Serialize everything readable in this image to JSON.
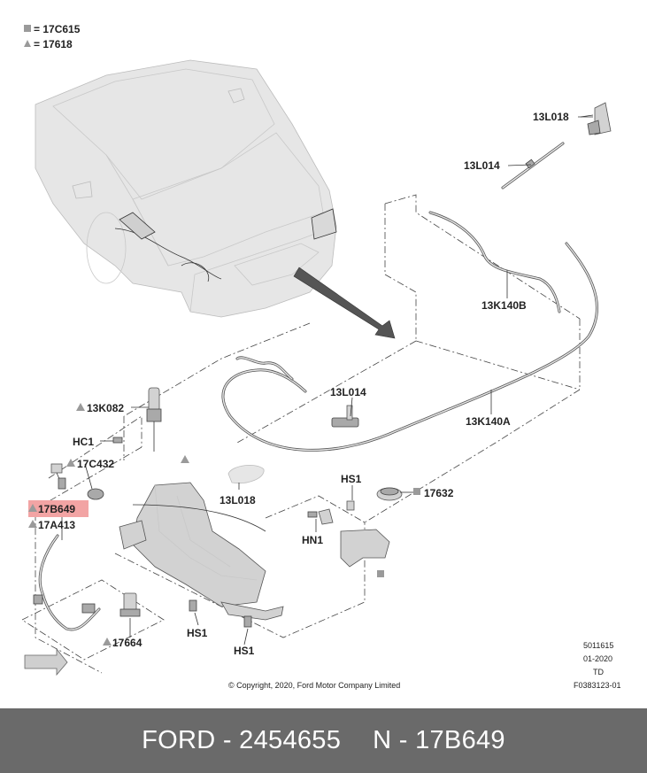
{
  "legend": {
    "square_label": "= 17C615",
    "triangle_label": "= 17618"
  },
  "callouts": {
    "c_13L018_top": "13L018",
    "c_13L014_top": "13L014",
    "c_13K140B": "13K140B",
    "c_13L014_mid": "13L014",
    "c_13K140A": "13K140A",
    "c_13K082": "13K082",
    "c_HC1": "HC1",
    "c_17C432": "17C432",
    "c_17B649": "17B649",
    "c_17A413": "17A413",
    "c_13L018_low": "13L018",
    "c_HS1_a": "HS1",
    "c_17632": "17632",
    "c_HN1": "HN1",
    "c_HS1_b": "HS1",
    "c_HS1_c": "HS1",
    "c_17664": "17664"
  },
  "info": {
    "line1": "5011615",
    "line2": "01-2020",
    "line3": "TD",
    "line4": "F0383123-01"
  },
  "copyright": "© Copyright, 2020, Ford Motor Company Limited",
  "footer": {
    "brand_part": "FORD - 2454655",
    "ref_part": "N - 17B649"
  },
  "colors": {
    "footer_bg": "#6a6a6a",
    "highlight": "#f2a4a4",
    "marker_gray": "#9a9a9a"
  }
}
